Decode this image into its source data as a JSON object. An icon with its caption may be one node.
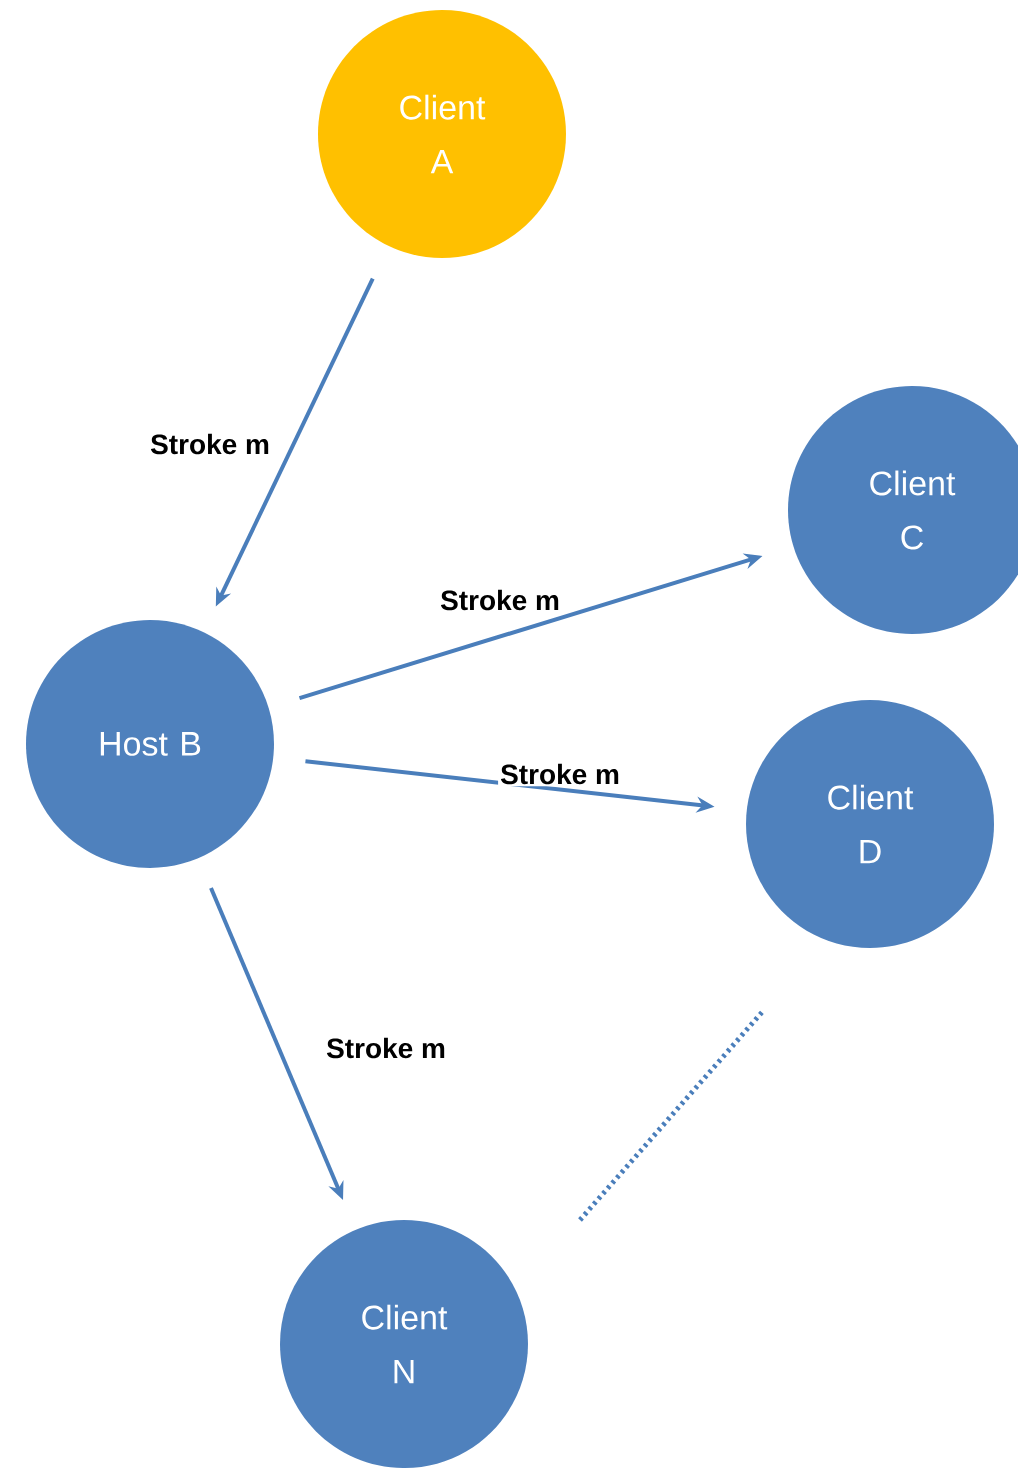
{
  "diagram": {
    "nodes": [
      {
        "text": [
          "Client A"
        ]
      },
      {
        "text": [
          "Host B"
        ]
      },
      {
        "text": [
          "Client C"
        ]
      },
      {
        "text": [
          "Client D"
        ]
      },
      {
        "text": [
          "Client N"
        ]
      }
    ],
    "edges": [
      {
        "from": 0,
        "to": 1,
        "arrow": "to",
        "label": "Stroke m"
      },
      {
        "from": 1,
        "to": 2,
        "arrow": "to",
        "label": "Stroke m"
      },
      {
        "from": 1,
        "to": 3,
        "arrow": "to",
        "label": "Stroke m"
      },
      {
        "from": 1,
        "to": 4,
        "arrow": "to",
        "label": "Stroke m"
      }
    ]
  }
}
